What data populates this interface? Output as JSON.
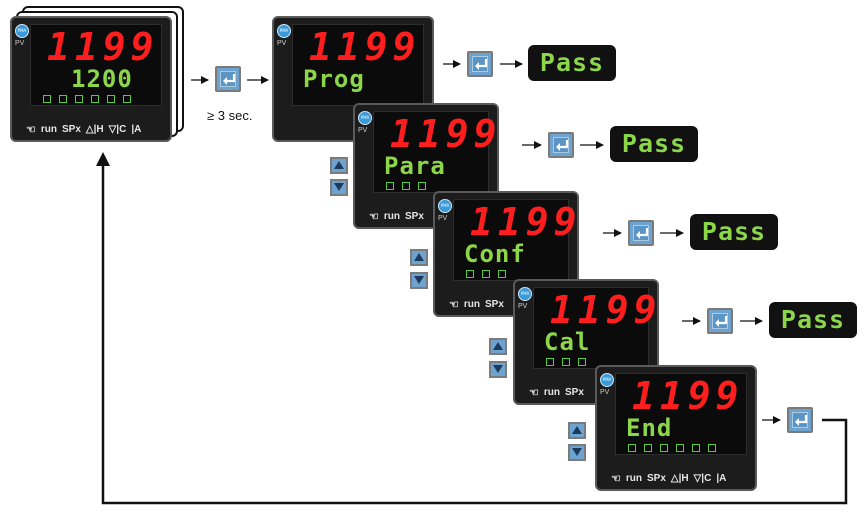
{
  "pv_label": "PV",
  "brand_badge": "PMA",
  "main_unit": {
    "top_value": "1199",
    "bottom_value": "1200",
    "buttons": [
      "run",
      "SPx",
      "△|H",
      "▽|C",
      "|A"
    ]
  },
  "hold_note": "≥ 3 sec.",
  "steps": [
    {
      "top": "1199",
      "bottom": "Prog",
      "result": "Pass"
    },
    {
      "top": "1199",
      "bottom": "Para",
      "result": "Pass"
    },
    {
      "top": "1199",
      "bottom": "Conf",
      "result": "Pass"
    },
    {
      "top": "1199",
      "bottom": "Cal",
      "result": "Pass"
    },
    {
      "top": "1199",
      "bottom": "End",
      "result": ""
    }
  ],
  "last_unit_buttons": [
    "run",
    "SPx",
    "△|H",
    "▽|C",
    "|A"
  ],
  "partial_labels": [
    "run",
    "SPx"
  ],
  "colors": {
    "seg_red": "#ff1e1e",
    "seg_green": "#8cd64a",
    "key_blue": "#6fa3cf",
    "bezel": "#1c1c1c"
  }
}
